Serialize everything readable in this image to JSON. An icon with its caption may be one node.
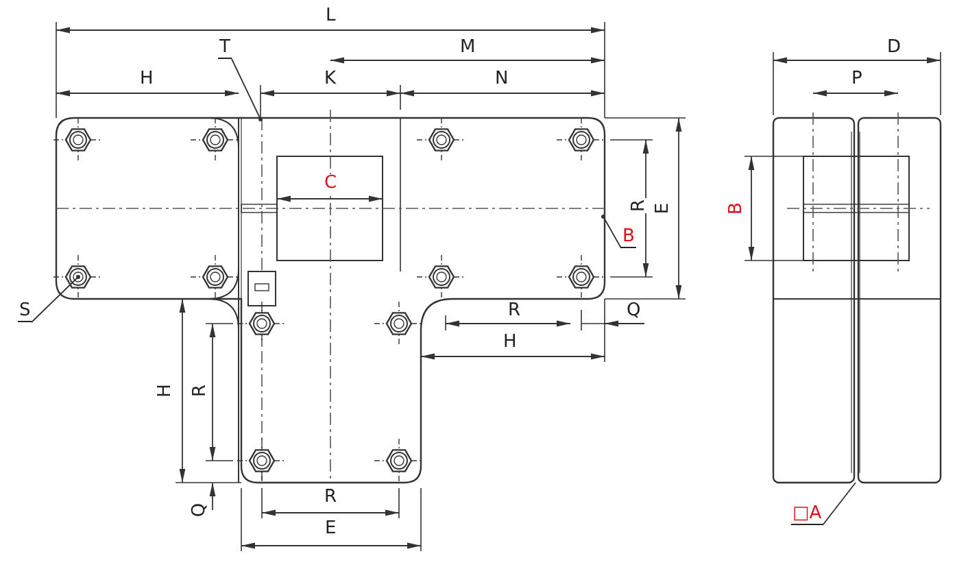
{
  "diagram": {
    "nodes": [
      {
        "text": [
          "T"
        ]
      },
      {
        "text": [
          "S"
        ]
      },
      {
        "text": [
          "B"
        ]
      },
      {
        "text": [
          "□A"
        ]
      }
    ],
    "edges": [
      {
        "from": 0,
        "to": null,
        "arrow": "other"
      },
      {
        "from": 1,
        "to": null,
        "arrow": "other"
      },
      {
        "from": 2,
        "to": null,
        "arrow": "other"
      },
      {
        "from": 3,
        "to": null,
        "arrow": "none"
      }
    ],
    "labels": [
      "L",
      "M",
      "H",
      "K",
      "N",
      "C",
      "R",
      "E",
      "R",
      "Q",
      "H",
      "H",
      "R",
      "Q",
      "R",
      "E",
      "D",
      "P",
      "B"
    ]
  }
}
